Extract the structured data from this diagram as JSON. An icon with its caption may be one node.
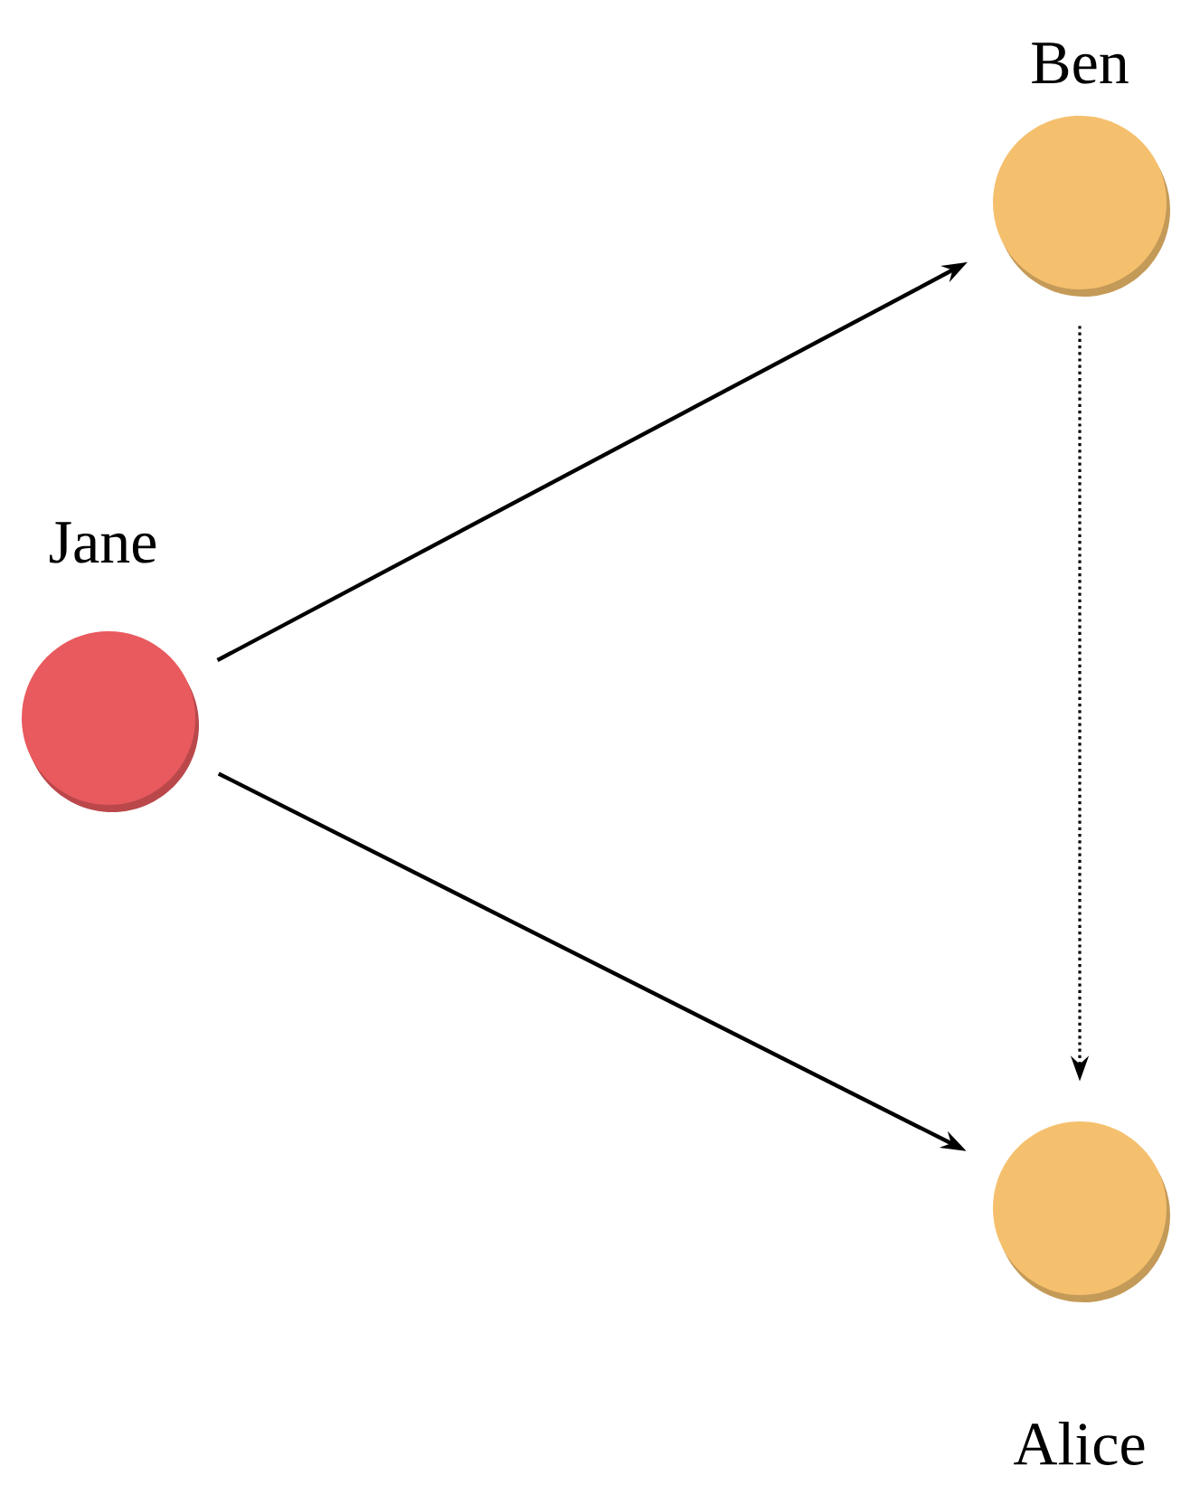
{
  "diagram": {
    "nodes": [
      {
        "text": [
          "Jane"
        ]
      },
      {
        "text": [
          "Ben"
        ]
      },
      {
        "text": [
          "Alice"
        ]
      }
    ],
    "edges": [
      {
        "from": 0,
        "to": 1,
        "arrow": "to"
      },
      {
        "from": 0,
        "to": 2,
        "arrow": "to"
      },
      {
        "from": 1,
        "to": 2,
        "arrow": "to",
        "style": "dashed"
      }
    ]
  }
}
